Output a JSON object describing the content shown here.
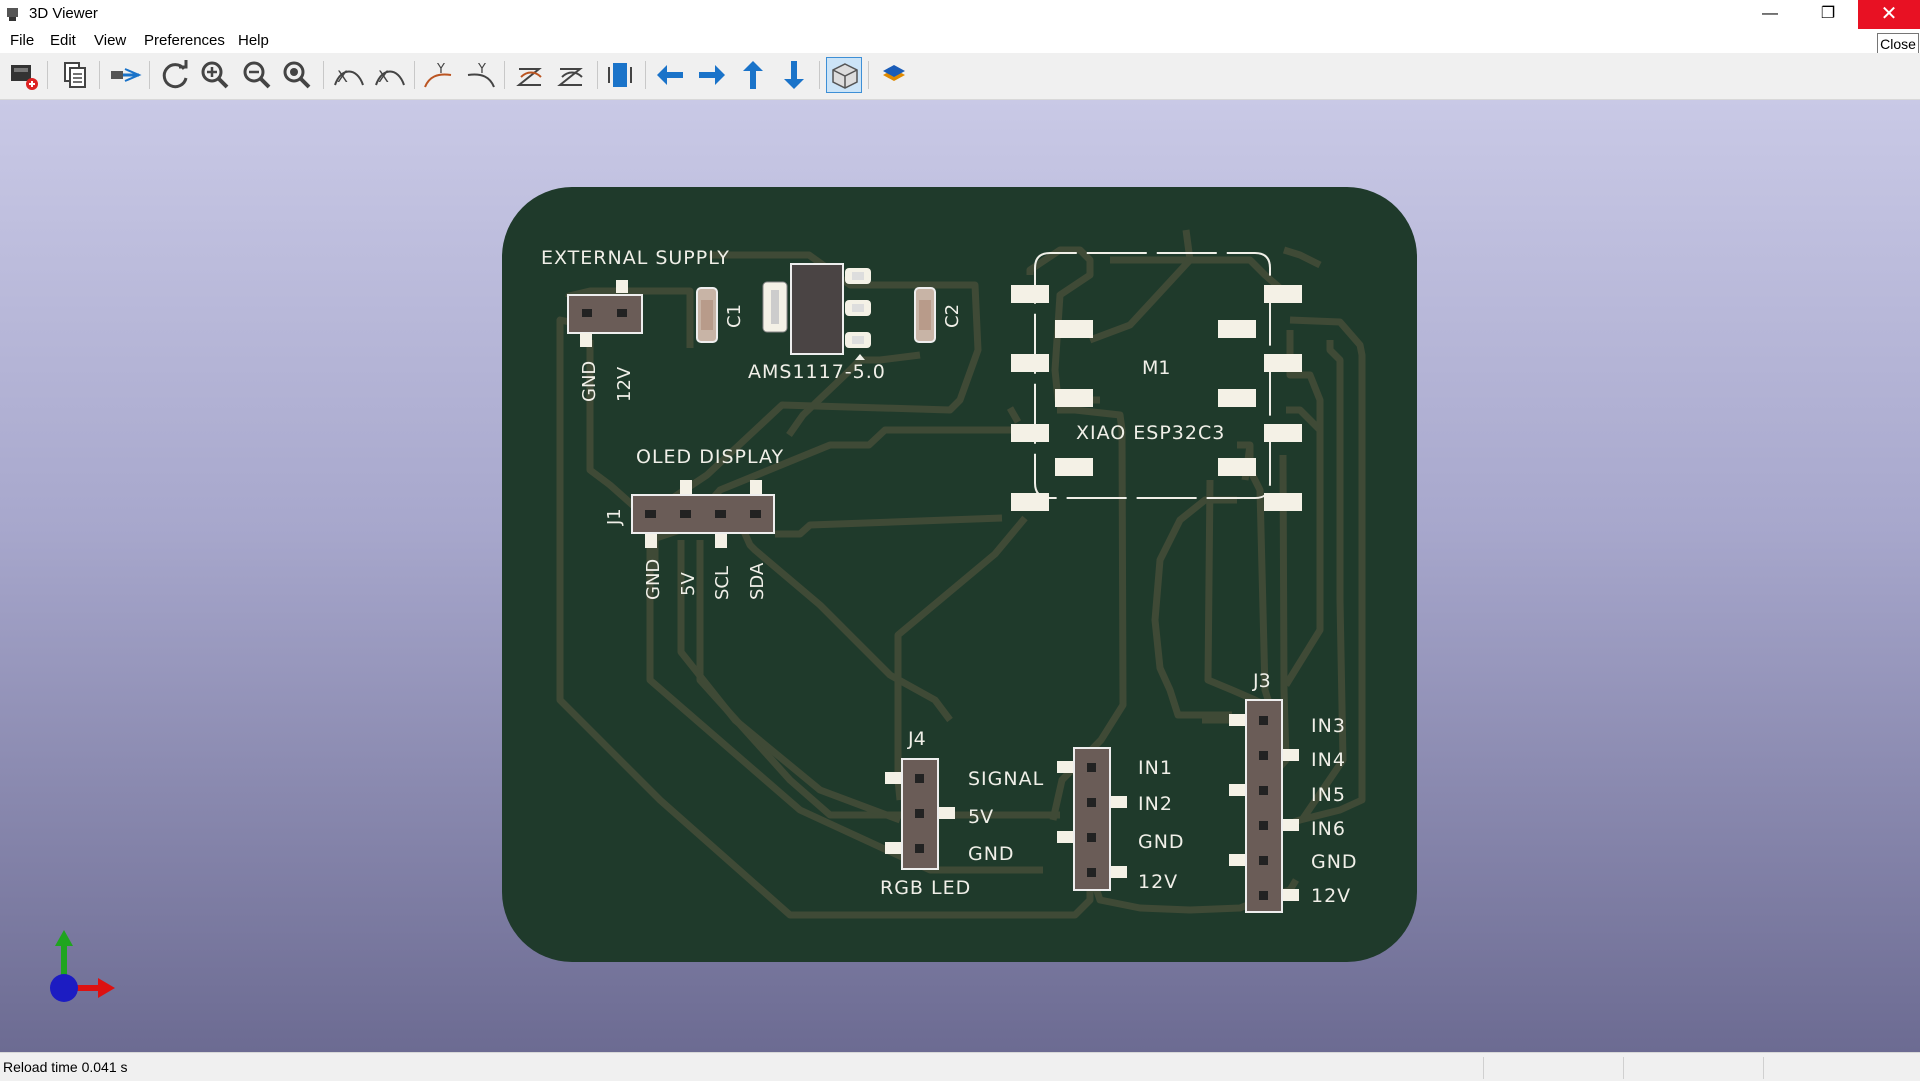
{
  "window": {
    "title": "3D Viewer",
    "minimize": "—",
    "maximize": "❐",
    "close": "✕"
  },
  "menu": [
    "File",
    "Edit",
    "View",
    "Preferences",
    "Help"
  ],
  "tooltip": "Close",
  "toolbar": [
    {
      "name": "render-raytracing-icon"
    },
    {
      "name": "copy-image-icon"
    },
    {
      "name": "reload-board-icon"
    },
    {
      "name": "redraw-icon"
    },
    {
      "name": "zoom-in-icon"
    },
    {
      "name": "zoom-out-icon"
    },
    {
      "name": "zoom-fit-icon"
    },
    {
      "name": "rotate-x-cw-icon"
    },
    {
      "name": "rotate-x-ccw-icon"
    },
    {
      "name": "rotate-y-cw-icon"
    },
    {
      "name": "rotate-y-ccw-icon"
    },
    {
      "name": "rotate-z-cw-icon"
    },
    {
      "name": "rotate-z-ccw-icon"
    },
    {
      "name": "flip-board-icon"
    },
    {
      "name": "move-left-icon"
    },
    {
      "name": "move-right-icon"
    },
    {
      "name": "move-up-icon"
    },
    {
      "name": "move-down-icon"
    },
    {
      "name": "orthographic-view-icon"
    },
    {
      "name": "layers-manager-icon"
    }
  ],
  "pcb": {
    "board_color": "#1f3a2b",
    "trace_color": "#3f4a36",
    "pad_color": "#f4f1e6",
    "silk_color": "#f0efe8",
    "labels": {
      "external_supply": "EXTERNAL SUPPLY",
      "gnd1": "GND",
      "v12_1": "12V",
      "c1": "C1",
      "c2": "C2",
      "regulator": "AMS1117-5.0",
      "m1": "M1",
      "module": "XIAO ESP32C3",
      "oled": "OLED DISPLAY",
      "j1": "J1",
      "oled_pins": [
        "GND",
        "5V",
        "SCL",
        "SDA"
      ],
      "j4": "J4",
      "rgb_led": "RGB LED",
      "j4_pins": [
        "SIGNAL",
        "5V",
        "GND"
      ],
      "mid_pins": [
        "IN1",
        "IN2",
        "GND",
        "12V"
      ],
      "j3": "J3",
      "j3_pins": [
        "IN3",
        "IN4",
        "IN5",
        "IN6",
        "GND",
        "12V"
      ]
    }
  },
  "status": {
    "text": "Reload time 0.041 s"
  }
}
